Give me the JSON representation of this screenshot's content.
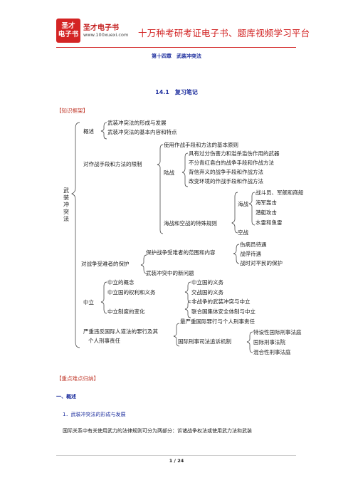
{
  "header": {
    "logo_line1": "圣才",
    "logo_line2": "电子书",
    "brand_name": "圣才电子书",
    "brand_url": "www.100xuexi.com",
    "slogan": "十万种考研考证电子书、题库视频学习平台"
  },
  "chapter_title": "第十四章　武装冲突法",
  "section_title": "14.1　复习笔记",
  "knowledge_frame_label": "【知识框架】",
  "mindmap": {
    "root": "武装冲突法",
    "n_overview": "概述",
    "n_overview_1": "武装冲突法的形成与发展",
    "n_overview_2": "武装冲突法的基本内容和特点",
    "n_limits": "对作战手段和方法的限制",
    "n_limits_1": "使用作战手段和方法的基本原则",
    "n_land": "陆战",
    "n_land_1": "具有过分伤害力和滥杀滥伤作用的武器",
    "n_land_2": "不分青红皂白的战争手段和作战方法",
    "n_land_3": "背信弃义的战争手段和作战方法",
    "n_land_4": "改变环境的作战手段和作战方法",
    "n_seaair": "海战和空战的特殊规则",
    "n_sea": "海战",
    "n_sea_1": "战斗员、军舰和商船",
    "n_sea_2": "海军轰击",
    "n_sea_3": "潜艇攻击",
    "n_sea_4": "水雷和鱼雷",
    "n_air": "空战",
    "n_victims": "对战争受难者的保护",
    "n_scope": "保护战争受难者的范围和内容",
    "n_scope_1": "伤病员待遇",
    "n_scope_2": "战俘待遇",
    "n_scope_3": "战时对平民的保护",
    "n_newissue": "武装冲突中的新问题",
    "n_neutral": "中立",
    "n_neutral_1": "中立的概念",
    "n_neutral_1a": "中立国的义务",
    "n_neutral_2": "中立国的权利和义务",
    "n_neutral_2a": "交战国的义务",
    "n_neutral_3": "中立制度的变化",
    "n_neutral_3a": "非战争的武装冲突与中立",
    "n_neutral_3b": "联合国集体安全体制与中立",
    "n_crimes_1": "严重违反国际人道法的罪行及其",
    "n_crimes_2": "个人刑事责任",
    "n_crimes_a": "最严重国际罪行与个人刑事责任",
    "n_court": "国际刑事司法追诉机制",
    "n_court_1": "特设性国际刑事法庭",
    "n_court_2": "国际刑事法院",
    "n_court_3": "混合性刑事法庭"
  },
  "key_points_label": "【重点难点归纳】",
  "overview_heading": "一、概述",
  "subheading": "1．武装冲突法的形成与发展",
  "paragraph": "国际关系中有关使用武力的法律规则可分为两部分：诉诸战争权法或使用武力法和武装",
  "page_number": "1 / 24"
}
